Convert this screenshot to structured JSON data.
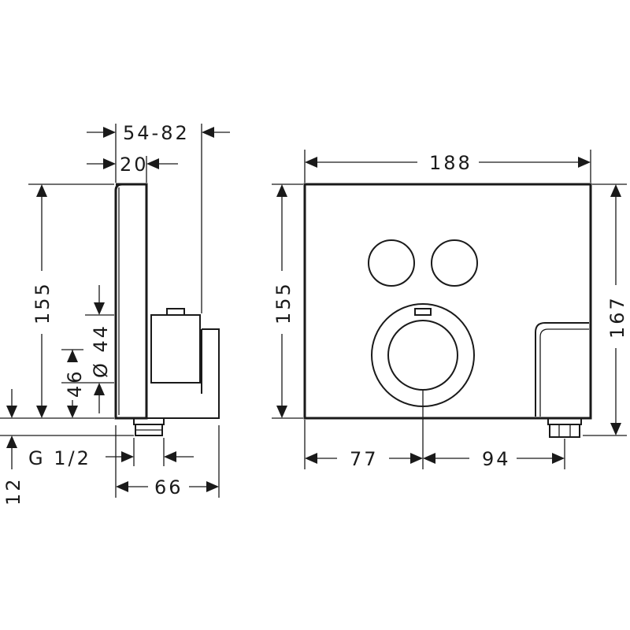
{
  "side_view": {
    "depth_range": "54-82",
    "panel_depth": "20",
    "height": "155",
    "knob_diameter": "Ø 44",
    "knob_offset": "46",
    "bottom_offset": "12",
    "thread": "G 1/2",
    "overall_depth": "66"
  },
  "front_view": {
    "width": "188",
    "height": "155",
    "overall_height": "167",
    "center_left": "77",
    "center_right": "94"
  }
}
